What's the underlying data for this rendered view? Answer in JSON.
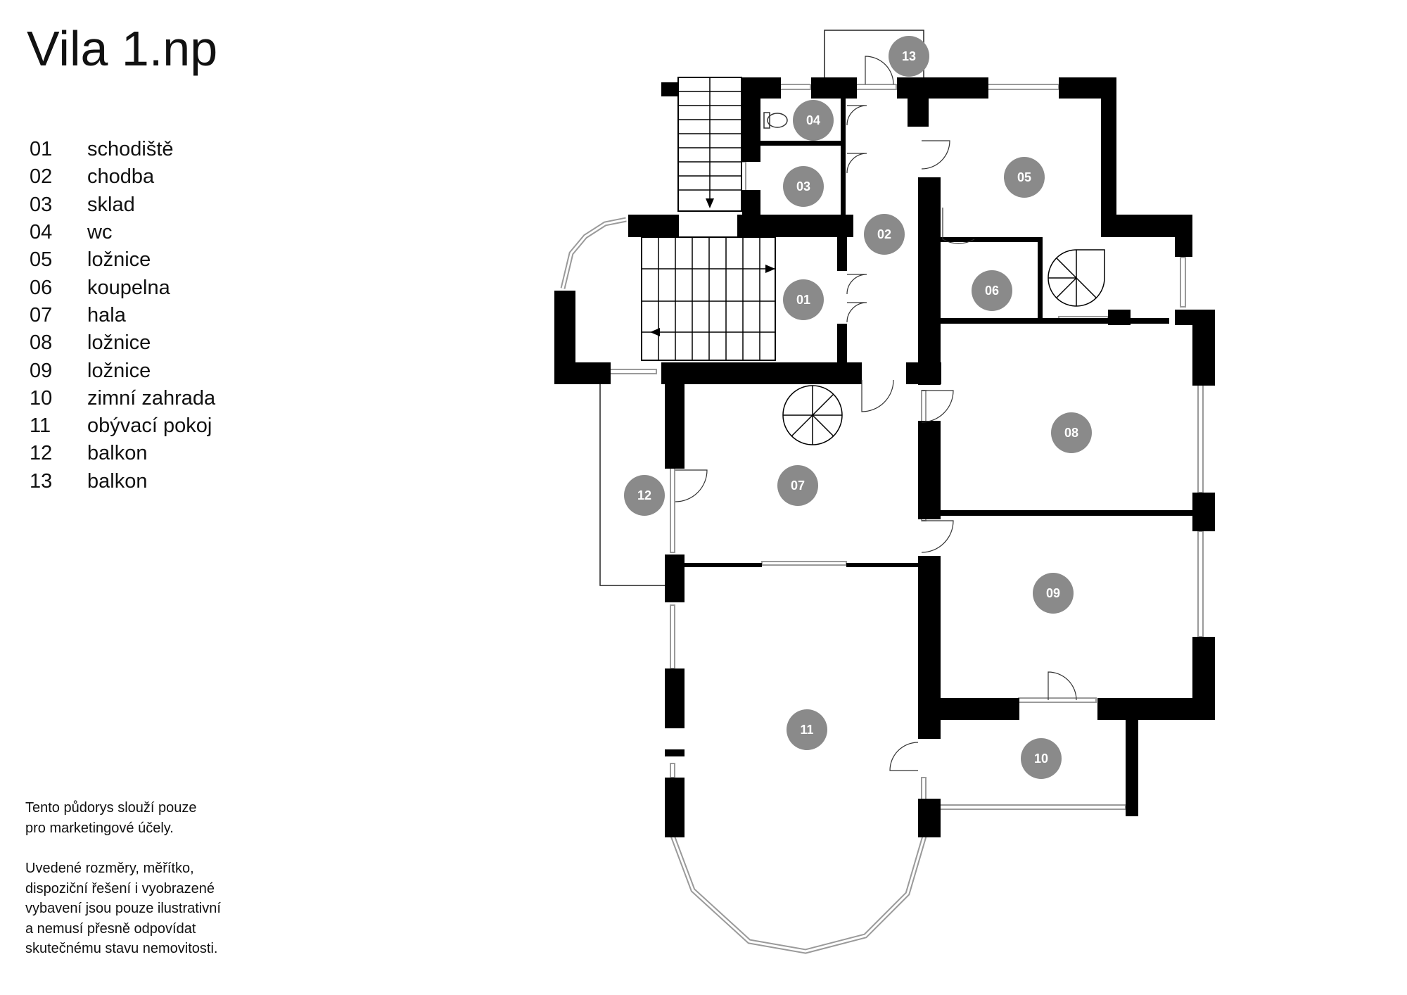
{
  "title": "Vila 1.np",
  "rooms": [
    {
      "number": "01",
      "name": "schodiště"
    },
    {
      "number": "02",
      "name": "chodba"
    },
    {
      "number": "03",
      "name": "sklad"
    },
    {
      "number": "04",
      "name": "wc"
    },
    {
      "number": "05",
      "name": "ložnice"
    },
    {
      "number": "06",
      "name": "koupelna"
    },
    {
      "number": "07",
      "name": "hala"
    },
    {
      "number": "08",
      "name": "ložnice"
    },
    {
      "number": "09",
      "name": "ložnice"
    },
    {
      "number": "10",
      "name": "zimní zahrada"
    },
    {
      "number": "11",
      "name": "obývací pokoj"
    },
    {
      "number": "12",
      "name": "balkon"
    },
    {
      "number": "13",
      "name": "balkon"
    }
  ],
  "disclaimer": {
    "paragraph1": [
      "Tento půdorys slouží pouze",
      "pro marketingové účely."
    ],
    "paragraph2": [
      "Uvedené rozměry, měřítko,",
      "dispoziční řešení i vyobrazené",
      "vybavení jsou pouze ilustrativní",
      "a nemusí přesně odpovídat",
      "skutečnému stavu nemovitosti."
    ]
  },
  "colors": {
    "wall": "#000000",
    "marker": "#8a8a8a",
    "marker_text": "#ffffff",
    "window": "#9a9a9a"
  }
}
